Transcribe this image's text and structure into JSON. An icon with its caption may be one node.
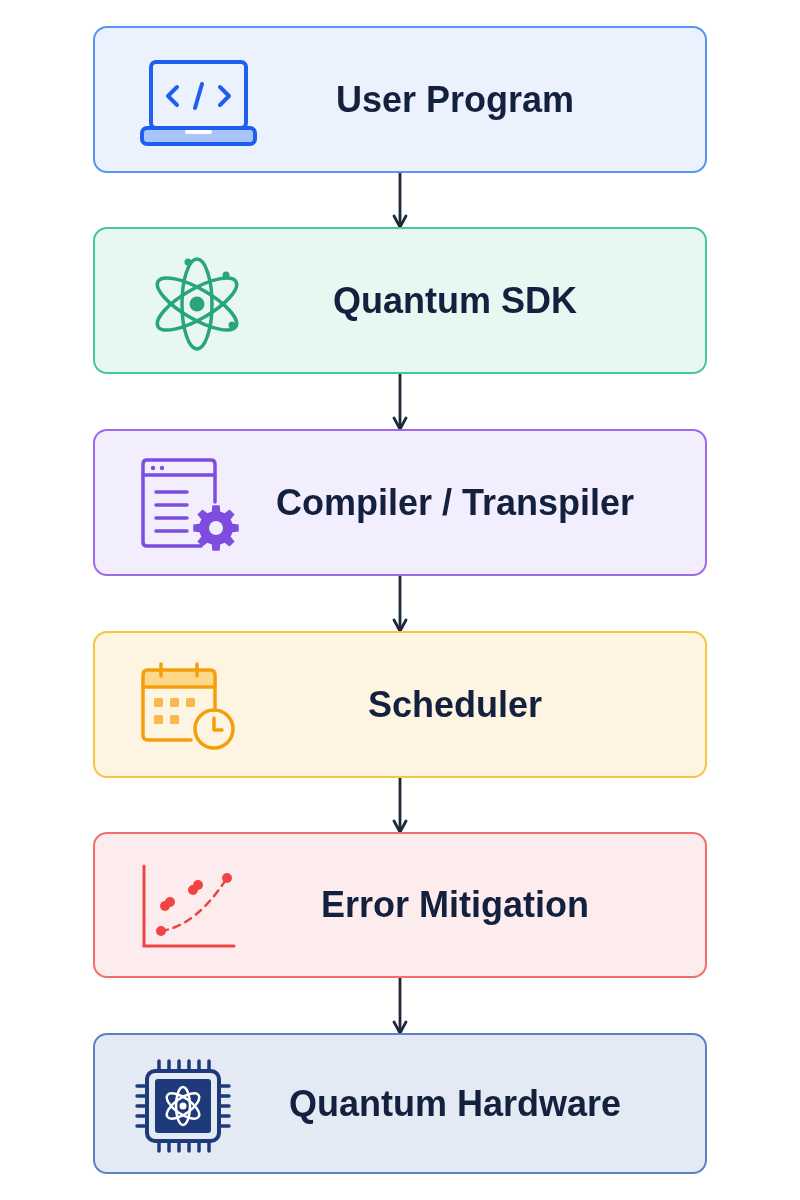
{
  "diagram": {
    "nodes": [
      {
        "text": [
          "User Program"
        ]
      },
      {
        "text": [
          "Quantum SDK"
        ]
      },
      {
        "text": [
          "Compiler / Transpiler"
        ]
      },
      {
        "text": [
          "Scheduler"
        ]
      },
      {
        "text": [
          "Error Mitigation"
        ]
      },
      {
        "text": [
          "Quantum Hardware"
        ]
      }
    ],
    "edges": [
      {
        "from": 0,
        "to": 1,
        "arrow": "to"
      },
      {
        "from": 1,
        "to": 2,
        "arrow": "to"
      },
      {
        "from": 2,
        "to": 3,
        "arrow": "to"
      },
      {
        "from": 3,
        "to": 4,
        "arrow": "to"
      },
      {
        "from": 4,
        "to": 5,
        "arrow": "to"
      }
    ]
  }
}
